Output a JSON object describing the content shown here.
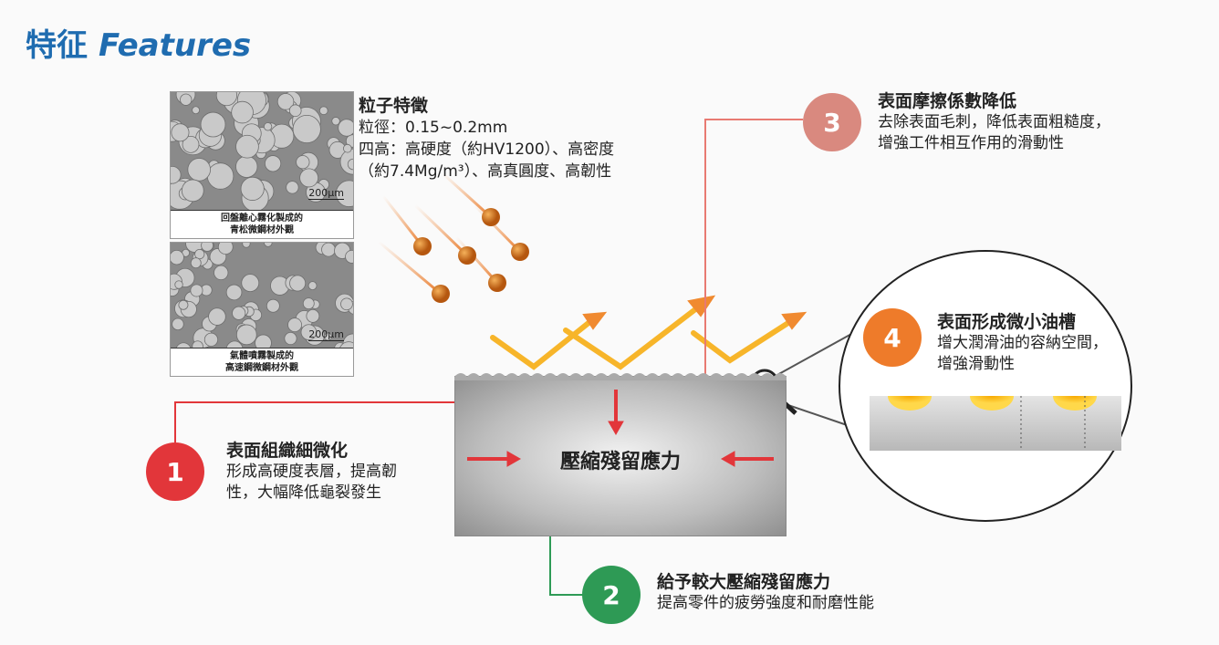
{
  "title": {
    "zh": "特征",
    "en": "Features"
  },
  "photos": [
    {
      "scale": "200μm",
      "caption_line1": "回盤離心霧化製成的",
      "caption_line2": "青松微鋼材外觀"
    },
    {
      "scale": "200μm",
      "caption_line1": "氣體噴霧製成的",
      "caption_line2": "高速鋼微鋼材外觀"
    }
  ],
  "particle": {
    "heading": "粒子特徵",
    "line1": "粒徑：0.15~0.2mm",
    "line2": "四高：高硬度（約HV1200）、高密度",
    "line3": "（約7.4Mg/m³）、高真圓度、高韌性"
  },
  "block_label": "壓縮殘留應力",
  "features": [
    {
      "number": "1",
      "heading": "表面組織細微化",
      "line1": "形成高硬度表層，提高韌",
      "line2": "性，大幅降低龜裂發生",
      "color": "#e2363a"
    },
    {
      "number": "2",
      "heading": "給予較大壓縮殘留應力",
      "line1": "提高零件的疲勞強度和耐磨性能",
      "color": "#2e9a55"
    },
    {
      "number": "3",
      "heading": "表面摩擦係數降低",
      "line1": "去除表面毛刺，降低表面粗糙度，",
      "line2": "增強工件相互作用的滑動性",
      "color": "#d9897f"
    },
    {
      "number": "4",
      "heading": "表面形成微小油槽",
      "line1": "增大潤滑油的容納空間，",
      "line2": "增強滑動性",
      "color": "#ee7b2a"
    }
  ]
}
